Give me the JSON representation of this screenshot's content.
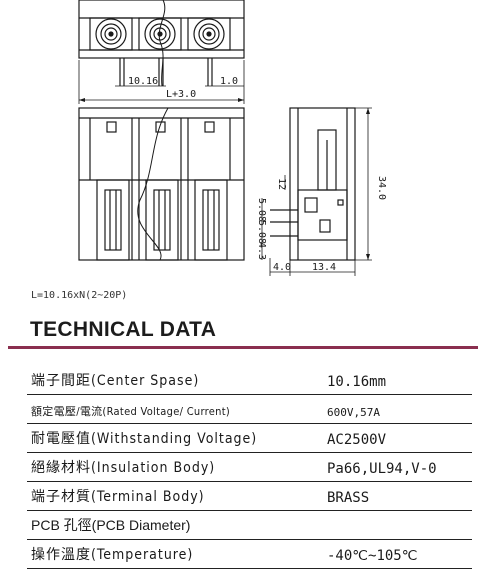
{
  "drawing": {
    "dims": {
      "pitch": "10.16",
      "length": "L+3.0",
      "pin_offset": "1.0",
      "height": "34.0",
      "d12": "12",
      "d508a": "5.08",
      "d508b": "5.08",
      "d43": "4.3",
      "d40": "4.0",
      "d134": "13.4"
    }
  },
  "formula": "L=10.16xN(2~20P)",
  "heading": "TECHNICAL DATA",
  "colors": {
    "rule": "#8a2f4f"
  },
  "specs": [
    {
      "label": "端子間距(Center Spase)",
      "value": "10.16mm"
    },
    {
      "label": "額定電壓/電流(Rated Voltage/ Current)",
      "value": "600V,57A"
    },
    {
      "label": "耐電壓值(Withstanding Voltage)",
      "value": "AC2500V"
    },
    {
      "label": "絕緣材料(Insulation Body)",
      "value": "Pa66,UL94,V-0"
    },
    {
      "label": "端子材質(Terminal Body)",
      "value": "BRASS"
    },
    {
      "label": "PCB 孔徑(PCB Diameter)",
      "value": ""
    },
    {
      "label": "操作溫度(Temperature)",
      "value": "-40℃~105℃"
    }
  ]
}
